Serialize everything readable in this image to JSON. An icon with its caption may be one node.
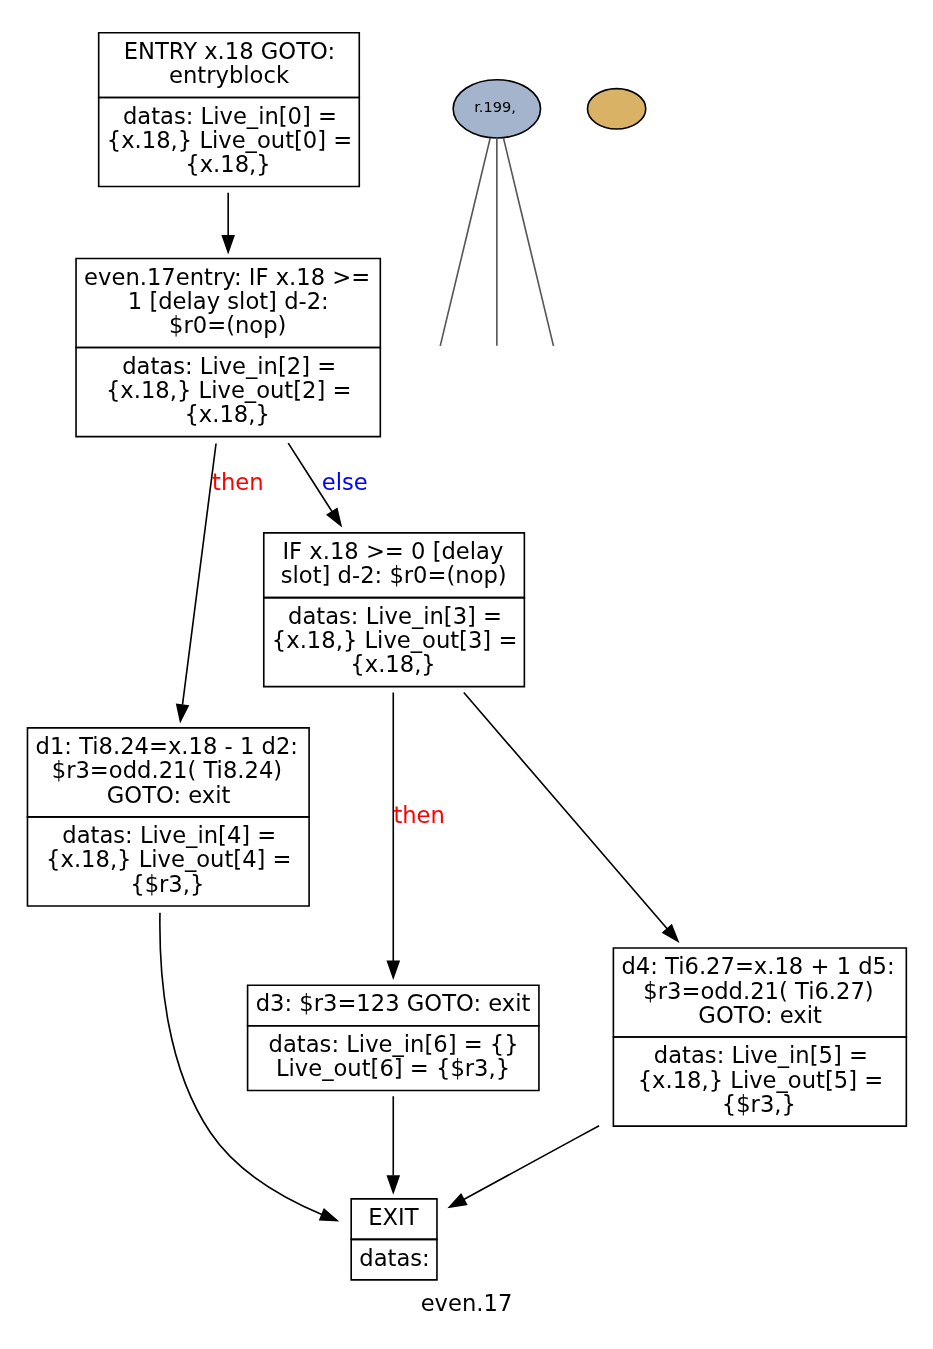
{
  "diagram": {
    "caption": "even.17",
    "nodes": [
      {
        "text": [
          "ENTRY x.18 GOTO: entryblock",
          "datas: Live_in[0] = {x.18,} Live_out[0] = {x.18,}"
        ]
      },
      {
        "text": [
          "even.17entry: IF x.18 >= 1 [delay slot] d-2: $r0=(nop)",
          "datas: Live_in[2] = {x.18,} Live_out[2] = {x.18,}"
        ]
      },
      {
        "text": [
          "IF x.18 >= 0 [delay slot] d-2: $r0=(nop)",
          "datas: Live_in[3] = {x.18,} Live_out[3] = {x.18,}"
        ]
      },
      {
        "text": [
          "d1: Ti8.24=x.18 - 1 d2: $r3=odd.21( Ti8.24) GOTO: exit",
          "datas: Live_in[4] = {x.18,} Live_out[4] = {$r3,}"
        ]
      },
      {
        "text": [
          "d3: $r3=123 GOTO: exit",
          "datas: Live_in[6] = {} Live_out[6] = {$r3,}"
        ]
      },
      {
        "text": [
          "d4: Ti6.27=x.18 + 1 d5: $r3=odd.21( Ti6.27) GOTO: exit",
          "datas: Live_in[5] = {x.18,} Live_out[5] = {$r3,}"
        ]
      },
      {
        "text": [
          "EXIT",
          "datas:"
        ]
      },
      {
        "text": [
          "r.199,"
        ]
      },
      {
        "text": [],
        "shape": "ellipse"
      }
    ],
    "edges": [
      {
        "from": 0,
        "to": 1,
        "arrow": "to"
      },
      {
        "from": 1,
        "to": 3,
        "arrow": "to",
        "label": "then"
      },
      {
        "from": 1,
        "to": 2,
        "arrow": "to",
        "label": "else"
      },
      {
        "from": 2,
        "to": 4,
        "arrow": "to",
        "label": "then"
      },
      {
        "from": 2,
        "to": 5,
        "arrow": "to"
      },
      {
        "from": 3,
        "to": 6,
        "arrow": "to"
      },
      {
        "from": 4,
        "to": 6,
        "arrow": "to"
      },
      {
        "from": 5,
        "to": 6,
        "arrow": "to"
      },
      {
        "from": 7,
        "to": null,
        "arrow": "none"
      },
      {
        "from": 7,
        "to": null,
        "arrow": "none"
      },
      {
        "from": 7,
        "to": null,
        "arrow": "none"
      }
    ]
  }
}
